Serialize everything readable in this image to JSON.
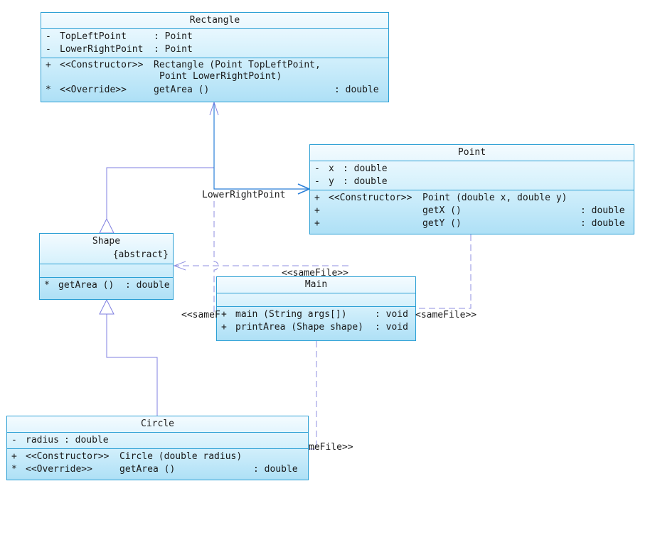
{
  "classes": {
    "rectangle": {
      "name": "Rectangle",
      "attributes": [
        {
          "vis": "-",
          "name": "TopLeftPoint",
          "type": ": Point"
        },
        {
          "vis": "-",
          "name": "LowerRightPoint",
          "type": ": Point"
        }
      ],
      "operations": [
        {
          "vis": "+",
          "stereo": "<<Constructor>>",
          "sig": "Rectangle (Point TopLeftPoint,",
          "ret": ""
        },
        {
          "vis": "",
          "stereo": "",
          "sig": "Point LowerRightPoint)",
          "ret": ""
        },
        {
          "vis": "*",
          "stereo": "<<Override>>",
          "sig": "getArea ()",
          "ret": ": double"
        }
      ]
    },
    "point": {
      "name": "Point",
      "attributes": [
        {
          "vis": "-",
          "name": "x",
          "type": ": double"
        },
        {
          "vis": "-",
          "name": "y",
          "type": ": double"
        }
      ],
      "operations": [
        {
          "vis": "+",
          "stereo": "<<Constructor>>",
          "sig": "Point (double x, double y)",
          "ret": ""
        },
        {
          "vis": "+",
          "stereo": "",
          "sig": "getX ()",
          "ret": ": double"
        },
        {
          "vis": "+",
          "stereo": "",
          "sig": "getY ()",
          "ret": ": double"
        }
      ]
    },
    "shape": {
      "name": "Shape",
      "modifier": "{abstract}",
      "operations": [
        {
          "vis": "*",
          "sig": "getArea ()",
          "ret": ": double"
        }
      ]
    },
    "main": {
      "name": "Main",
      "operations": [
        {
          "vis": "+",
          "sig": "main (String args[])",
          "ret": ": void"
        },
        {
          "vis": "+",
          "sig": "printArea (Shape shape)",
          "ret": ": void"
        }
      ]
    },
    "circle": {
      "name": "Circle",
      "attributes": [
        {
          "vis": "-",
          "name": "radius",
          "type": ": double"
        }
      ],
      "operations": [
        {
          "vis": "+",
          "stereo": "<<Constructor>>",
          "sig": "Circle (double radius)",
          "ret": ""
        },
        {
          "vis": "*",
          "stereo": "<<Override>>",
          "sig": "getArea ()",
          "ret": ": double"
        }
      ]
    }
  },
  "labels": {
    "lower_right_point": "LowerRightPoint",
    "same_file_top": "<<sameFile>>",
    "same_file_left": "<<sameF",
    "same_file_right": "<sameFile>>",
    "same_file_bottom": "meFile>>"
  },
  "colors": {
    "border": "#2b9fd4",
    "inheritance_line": "#7f7fe0",
    "association_line": "#2a7fd8",
    "dependency_line": "#8f8fe0"
  }
}
